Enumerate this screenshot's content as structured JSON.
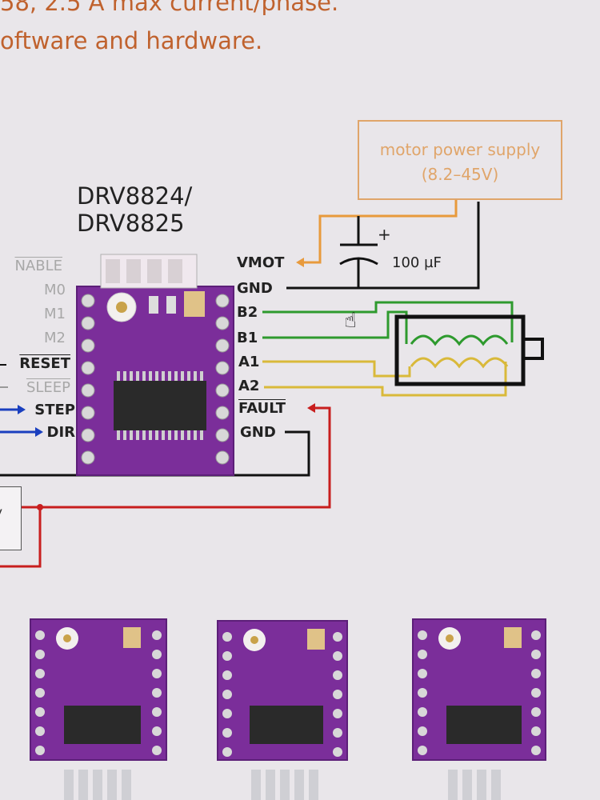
{
  "header": {
    "line1": "58, 2.5 A max current/phase.",
    "line2": "oftware and hardware."
  },
  "chip": {
    "title_line1": "DRV8824/",
    "title_line2": "DRV8825"
  },
  "power_supply": {
    "label": "motor power supply",
    "range": "(8.2–45V)"
  },
  "capacitor": {
    "value": "100 µF",
    "polarity": "+"
  },
  "left_pins": [
    "NABLE",
    "M0",
    "M1",
    "M2",
    "RESET",
    "SLEEP",
    "STEP",
    "DIR"
  ],
  "right_pins": [
    "VMOT",
    "GND",
    "B2",
    "B1",
    "A1",
    "A2",
    "FAULT",
    "GND"
  ],
  "edge_box_text": "y",
  "colors": {
    "vmot": "#e89a3c",
    "gnd": "#111111",
    "coil_b": "#2e9a2e",
    "coil_a": "#d9b93a",
    "fault": "#c81e1e",
    "control": "#1a3fbf",
    "pcb": "#7b2e9a"
  }
}
